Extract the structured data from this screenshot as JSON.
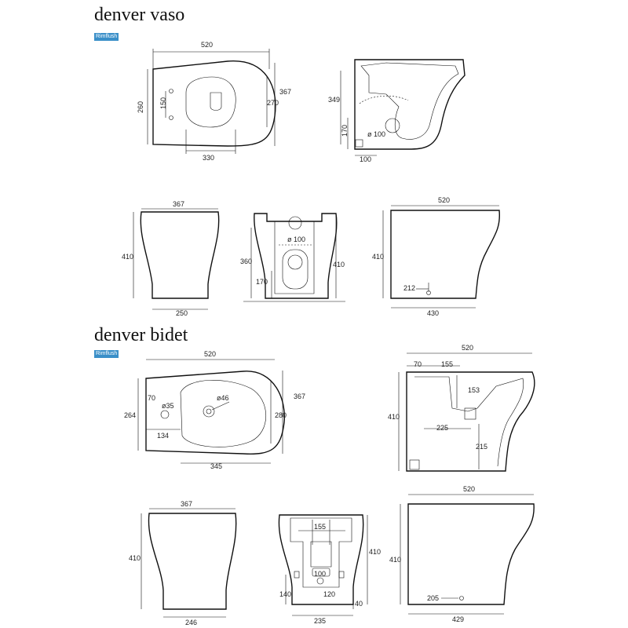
{
  "vaso": {
    "title": "denver vaso",
    "logo": "Rimflush",
    "dims": {
      "top_width": "520",
      "top_height": "260",
      "top_depth": "367",
      "top_bowl": "270",
      "top_holes": "150",
      "top_bottom": "330",
      "side_height": "349",
      "side_outlet": "170",
      "side_pipe": "ø 100",
      "side_floor": "100",
      "front_width": "367",
      "front_height": "410",
      "front_base": "250",
      "back_pipe": "ø 100",
      "back_total": "410",
      "back_height": "360",
      "back_low": "170",
      "right_width": "520",
      "right_height": "410",
      "right_fix": "212",
      "right_base": "430"
    }
  },
  "bidet": {
    "title": "denver bidet",
    "logo": "Rimflush",
    "dims": {
      "top_width": "520",
      "top_depth": "367",
      "top_bowl": "280",
      "top_height": "264",
      "top_tap": "ø35",
      "top_drain": "ø46",
      "top_offset": "70",
      "top_side": "134",
      "top_bottom": "345",
      "side_width": "520",
      "side_a": "70",
      "side_b": "155",
      "side_c": "153",
      "side_height": "410",
      "side_d": "225",
      "side_e": "215",
      "front_width": "367",
      "front_height": "410",
      "front_base": "246",
      "back_top": "155",
      "back_total": "410",
      "back_pipe": "100",
      "back_low": "140",
      "back_right": "120",
      "back_base": "235",
      "back_floor": "40",
      "right_width": "520",
      "right_height": "410",
      "right_fix": "205",
      "right_base": "429"
    }
  }
}
